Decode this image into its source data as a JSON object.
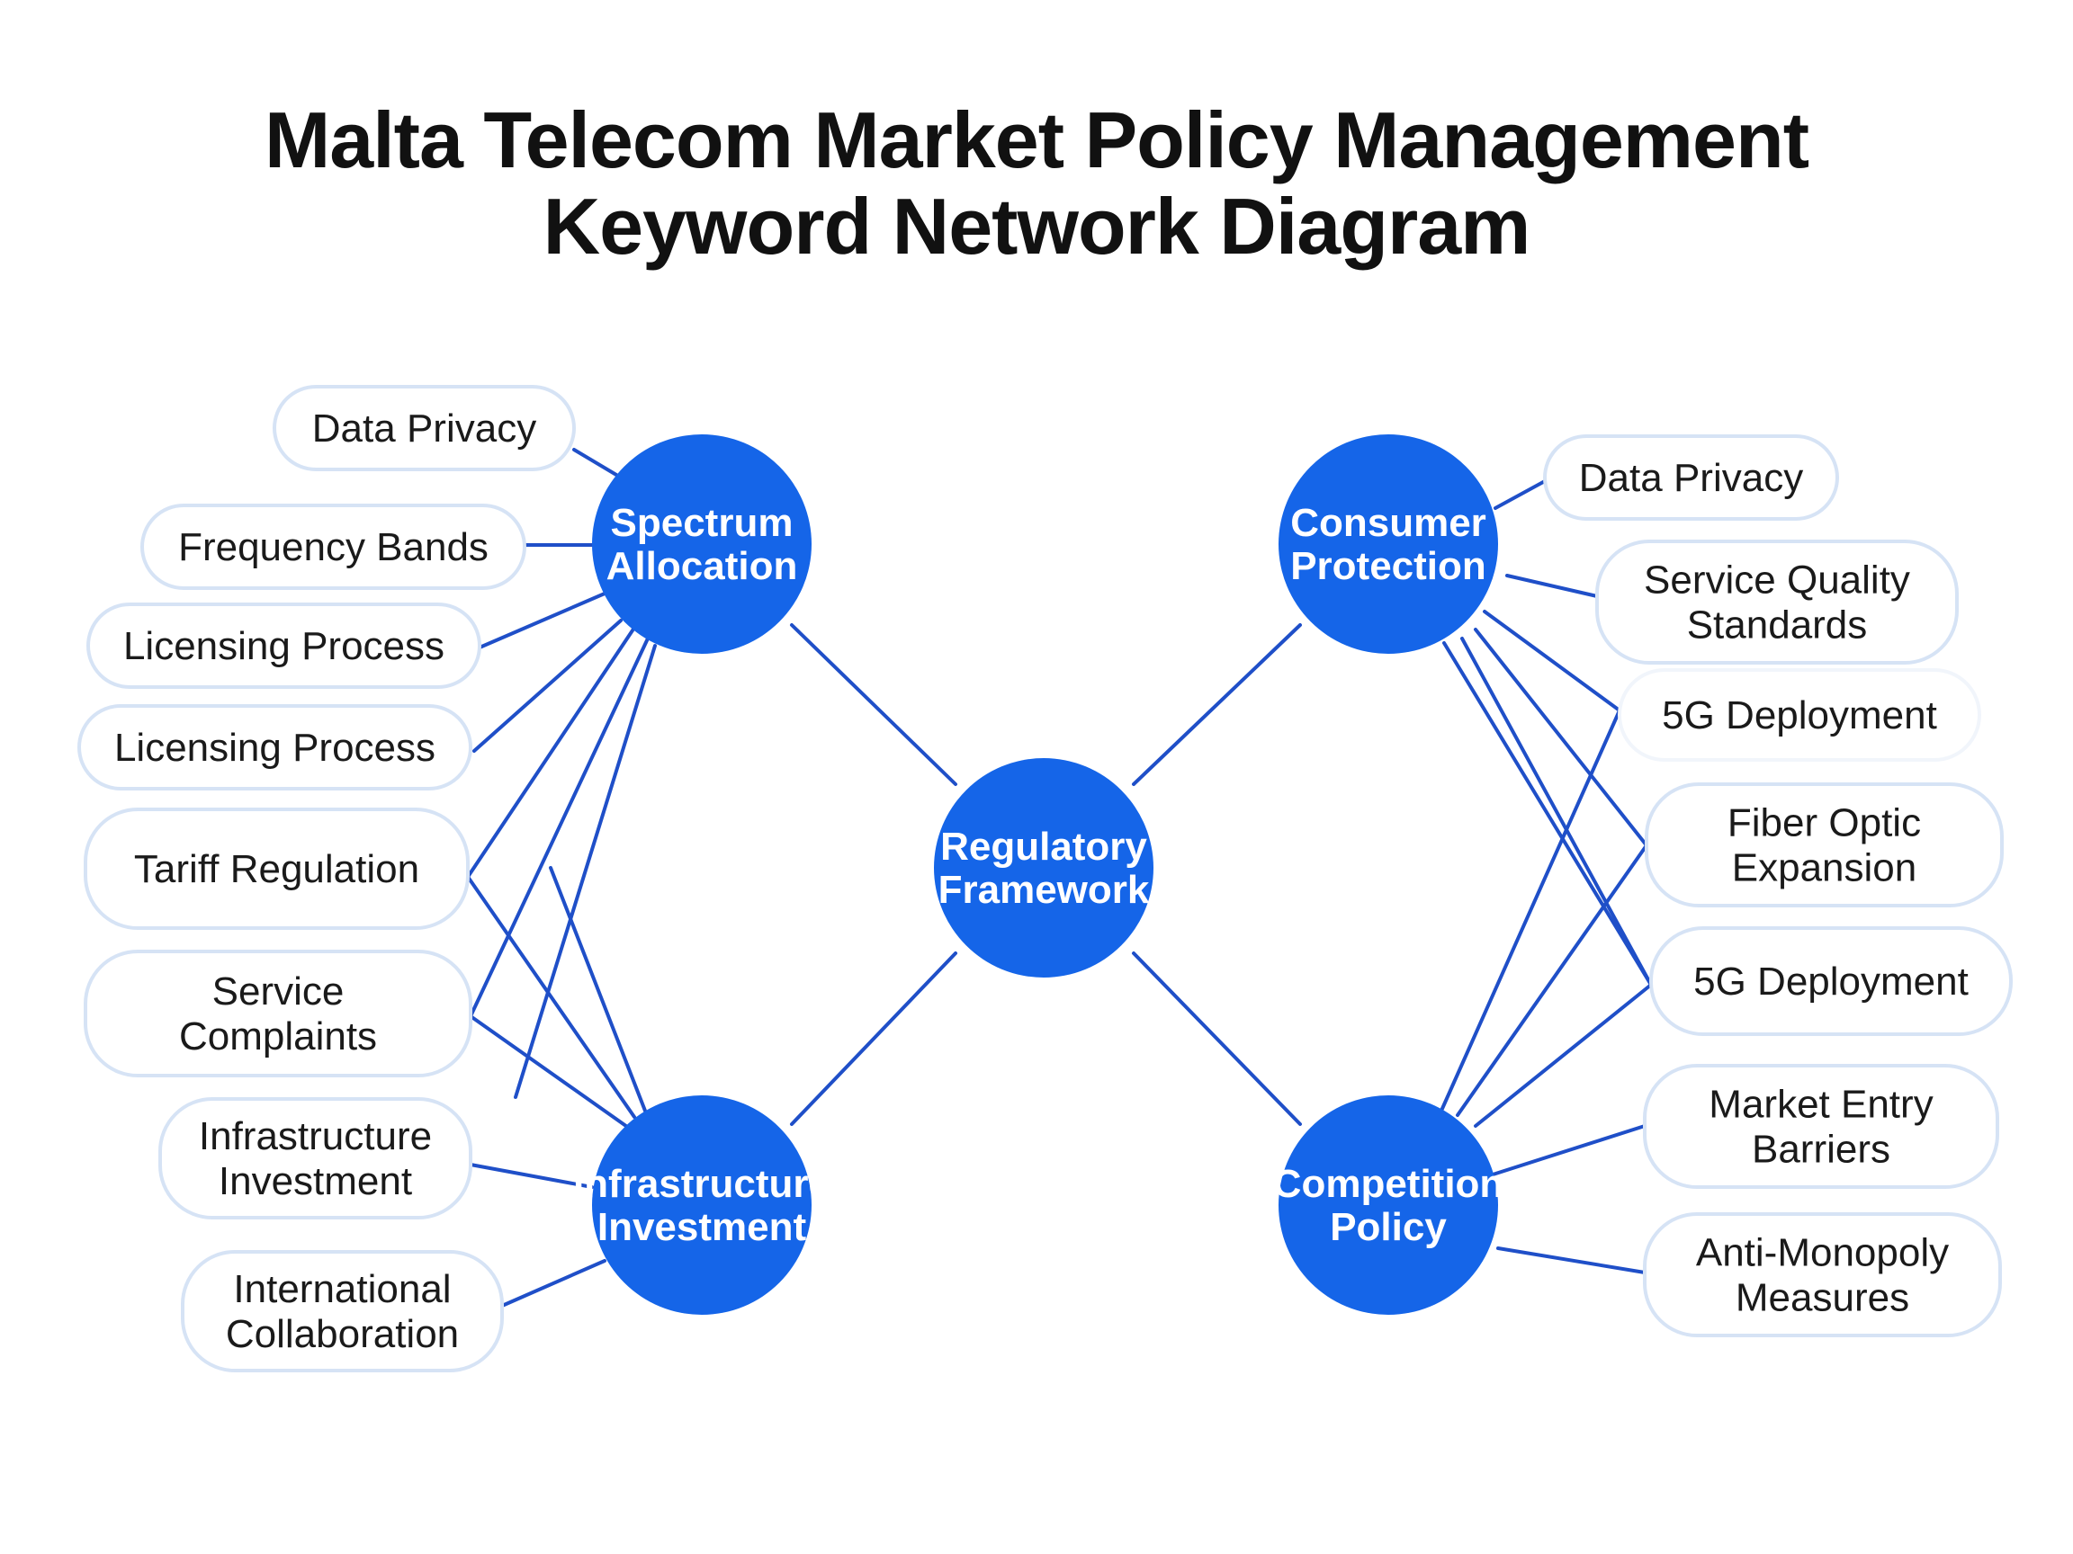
{
  "title": {
    "line1": "Malta Telecom Market Policy Management",
    "line2": "Keyword Network Diagram"
  },
  "colors": {
    "hub_fill": "#1565e8",
    "edge": "#1f4fc8",
    "pill_border": "#d6e3f5",
    "text": "#1a1a1a"
  },
  "hubs": {
    "spectrum": {
      "lines": [
        "Spectrum",
        "Allocation"
      ]
    },
    "consumer": {
      "lines": [
        "Consumer",
        "Protection"
      ]
    },
    "regulatory": {
      "lines": [
        "Regulatory",
        "Framework"
      ]
    },
    "infrastructure": {
      "lines": [
        "Infrastructure",
        "Investment"
      ]
    },
    "competition": {
      "lines": [
        "Competition",
        "Policy"
      ]
    }
  },
  "keywords": {
    "l_data_privacy": {
      "lines": [
        "Data Privacy"
      ]
    },
    "l_frequency_bands": {
      "lines": [
        "Frequency Bands"
      ]
    },
    "l_licensing_1": {
      "lines": [
        "Licensing Process"
      ]
    },
    "l_licensing_2": {
      "lines": [
        "Licensing Process"
      ]
    },
    "l_tariff": {
      "lines": [
        "Tariff Regulation"
      ]
    },
    "l_service_complaints": {
      "lines": [
        "Service",
        "Complaints"
      ]
    },
    "l_infrastructure": {
      "lines": [
        "Infrastructure",
        "Investment"
      ]
    },
    "l_international": {
      "lines": [
        "International",
        "Collaboration"
      ]
    },
    "r_data_privacy": {
      "lines": [
        "Data Privacy"
      ]
    },
    "r_service_quality": {
      "lines": [
        "Service Quality",
        "Standards"
      ]
    },
    "r_5g_1": {
      "lines": [
        "5G Deployment"
      ]
    },
    "r_fiber": {
      "lines": [
        "Fiber Optic",
        "Expansion"
      ]
    },
    "r_5g_2": {
      "lines": [
        "5G Deployment"
      ]
    },
    "r_market_entry": {
      "lines": [
        "Market Entry",
        "Barriers"
      ]
    },
    "r_anti_monopoly": {
      "lines": [
        "Anti-Monopoly",
        "Measures"
      ]
    }
  }
}
